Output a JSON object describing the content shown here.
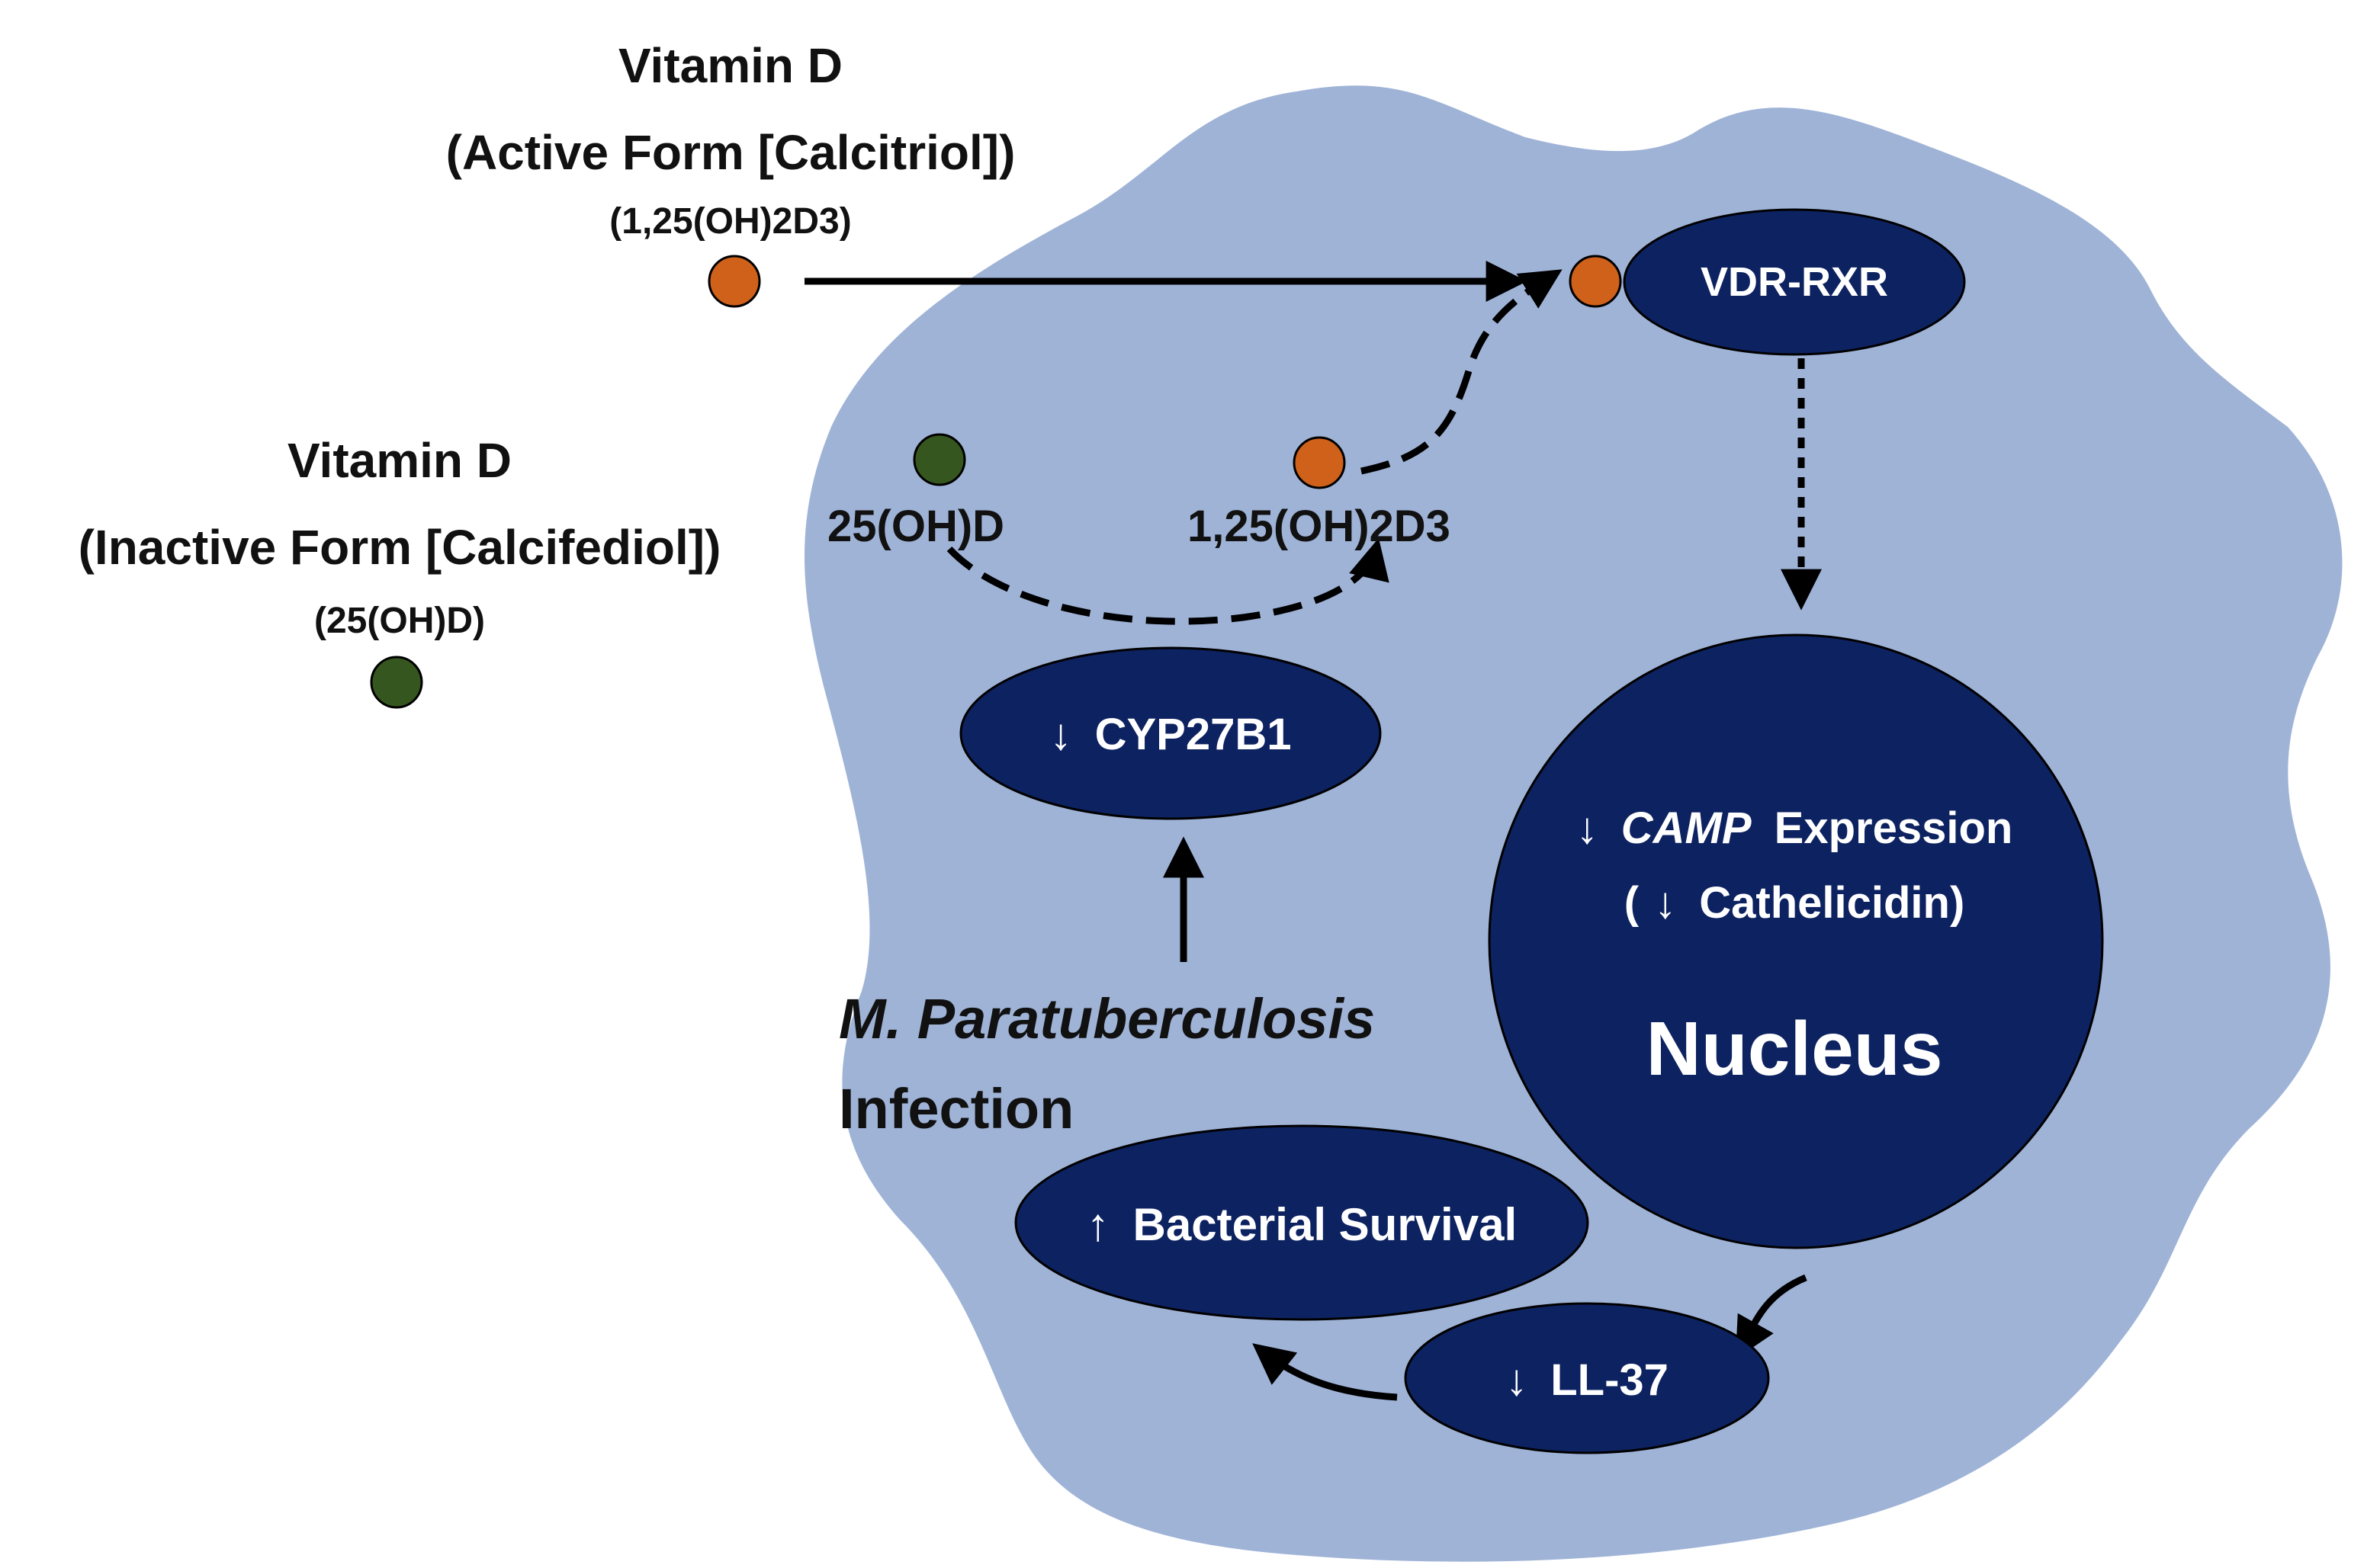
{
  "colors": {
    "cell": "#9fb3d7",
    "node": "#0d2260",
    "active_dot": "#d0611b",
    "inactive_dot": "#36561f",
    "text_dark": "#111111",
    "text_light": "#ffffff",
    "arrow": "#000000"
  },
  "external": {
    "active": {
      "title": "Vitamin D",
      "subtitle": "(Active Form [Calcitriol])",
      "formula": "(1,25(OH)2D3)"
    },
    "inactive": {
      "title": "Vitamin D",
      "subtitle": "(Inactive Form [Calcifediol])",
      "formula": "(25(OH)D)"
    }
  },
  "cell": {
    "label_25ohd": "25(OH)D",
    "label_125": "1,25(OH)2D3",
    "receptor": "VDR-RXR",
    "cyp_arrow": "↓",
    "cyp_label": "CYP27B1",
    "infection_species": "M. Paratuberculosis",
    "infection_word": "Infection",
    "nucleus": {
      "expr_arrow": "↓",
      "expr_gene": "CAMP",
      "expr_word": "Expression",
      "cath_open": "(",
      "cath_arrow": "↓",
      "cath_word": "Cathelicidin)",
      "title": "Nucleus"
    },
    "ll37_arrow": "↓",
    "ll37_label": "LL-37",
    "survival_arrow": "↑",
    "survival_label": "Bacterial Survival"
  }
}
